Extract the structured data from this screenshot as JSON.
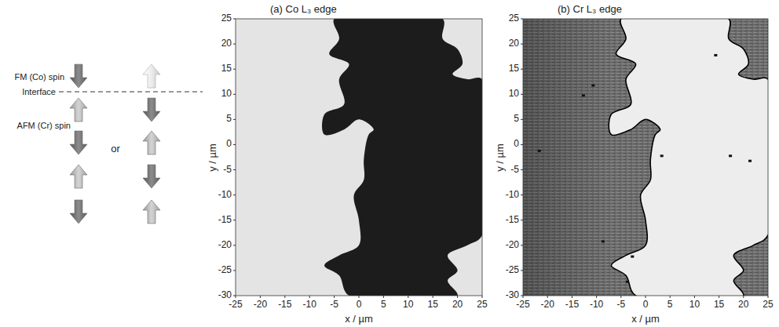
{
  "diagram": {
    "labels": [
      "FM (Co) spin",
      "Interface",
      "AFM (Cr) spin",
      "or",
      "(a) Co L₃ edge",
      "y / µm",
      "25",
      "20",
      "15",
      "10",
      "5",
      "0",
      "-5",
      "-10",
      "-15",
      "-20",
      "-25",
      "-30",
      "-25",
      "-20",
      "-15",
      "-10",
      "-5",
      "0",
      "5",
      "10",
      "15",
      "20",
      "25",
      "x / µm",
      "(b) Cr L₃ edge",
      "y / µm",
      "25",
      "20",
      "15",
      "10",
      "5",
      "0",
      "-5",
      "-10",
      "-15",
      "-20",
      "-25",
      "-30",
      "-25",
      "-20",
      "-15",
      "-10",
      "-5",
      "0",
      "5",
      "10",
      "15",
      "20",
      "25",
      "x / µm"
    ]
  }
}
